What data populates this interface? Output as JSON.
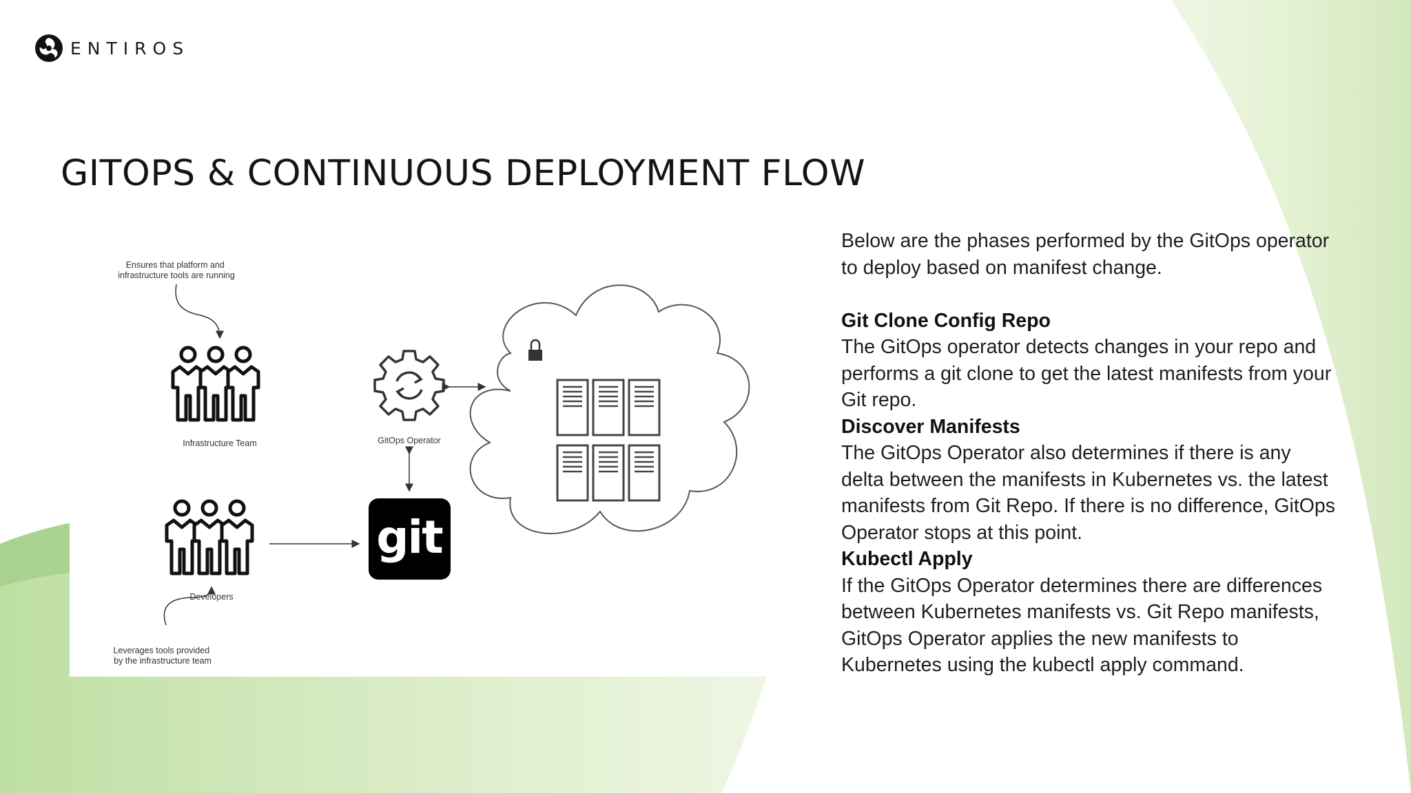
{
  "brand": {
    "name": "ENTIROS"
  },
  "slide": {
    "title": "GITOPS & CONTINUOUS DEPLOYMENT FLOW",
    "intro": "Below are the phases performed by the GitOps operator to deploy based on manifest change.",
    "phases": [
      {
        "heading": "Git Clone Config Repo",
        "text": "The GitOps operator detects changes in your repo and performs a git clone to get the latest manifests from your Git repo."
      },
      {
        "heading": "Discover Manifests",
        "text": "The GitOps Operator also determines if there is any delta between the manifests in Kubernetes vs. the latest manifests from Git Repo. If there is no difference, GitOps Operator stops at this point."
      },
      {
        "heading": "Kubectl Apply",
        "text": "If the GitOps Operator determines there are differences between Kubernetes manifests vs. Git Repo manifests, GitOps Operator applies the new manifests to Kubernetes using the kubectl apply command."
      }
    ]
  },
  "diagram": {
    "note_top_line1": "Ensures that platform and",
    "note_top_line2": "infrastructure tools are running",
    "infra_label": "Infrastructure Team",
    "operator_label": "GitOps Operator",
    "dev_label": "Developers",
    "note_bottom_line1": "Leverages tools provided",
    "note_bottom_line2": "by the infrastructure team",
    "git_logo_text": "git"
  },
  "colors": {
    "accent_green": "#a8d08d",
    "light_green": "#e9f3d9",
    "text": "#1e1e1e"
  }
}
